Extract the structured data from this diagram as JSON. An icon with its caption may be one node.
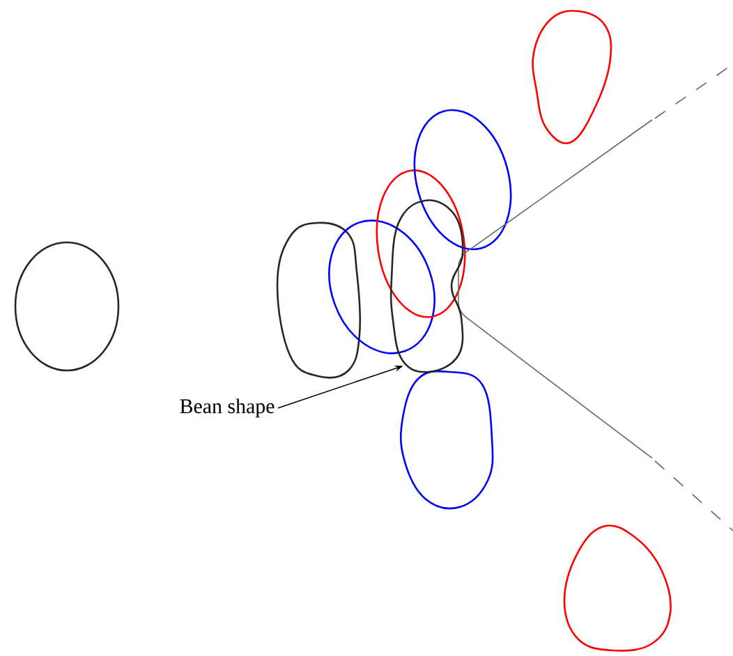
{
  "diagram": {
    "nodes": [
      {
        "text": [
          "Bean shape"
        ]
      },
      {
        "text": [],
        "shape": "bean"
      }
    ],
    "edges": [
      {
        "from": 0,
        "to": 1,
        "arrow": "to"
      }
    ]
  }
}
